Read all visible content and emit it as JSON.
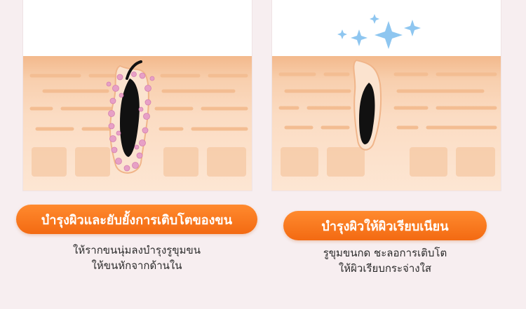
{
  "colors": {
    "background": "#f7eef0",
    "skin_top": "#f3b98c",
    "skin_mid": "#fbdcc3",
    "skin_dash": "#f3bd92",
    "skin_cell": "#f6c9a4",
    "follicle_inner": "#fbe3cf",
    "hair": "#111111",
    "nutrient_dots": "#e7a0c6",
    "sparkle": "#8ec6f0",
    "pill_orange": "#f57a1c",
    "text_dark": "#2b2b2b"
  },
  "left": {
    "badge": "บำรุงผิวและยับยั้งการเติบโตของขน",
    "desc_line1": "ให้รากขนนุ่มลงบำรุงรูขุมขน",
    "desc_line2": "ให้ขนหักจากด้านใน"
  },
  "right": {
    "badge": "บำรุงผิวให้ผิวเรียบเนียน",
    "desc_line1": "รูขุมขนกด ชะลอการเติบโต",
    "desc_line2": "ให้ผิวเรียบกระจ่างใส"
  }
}
